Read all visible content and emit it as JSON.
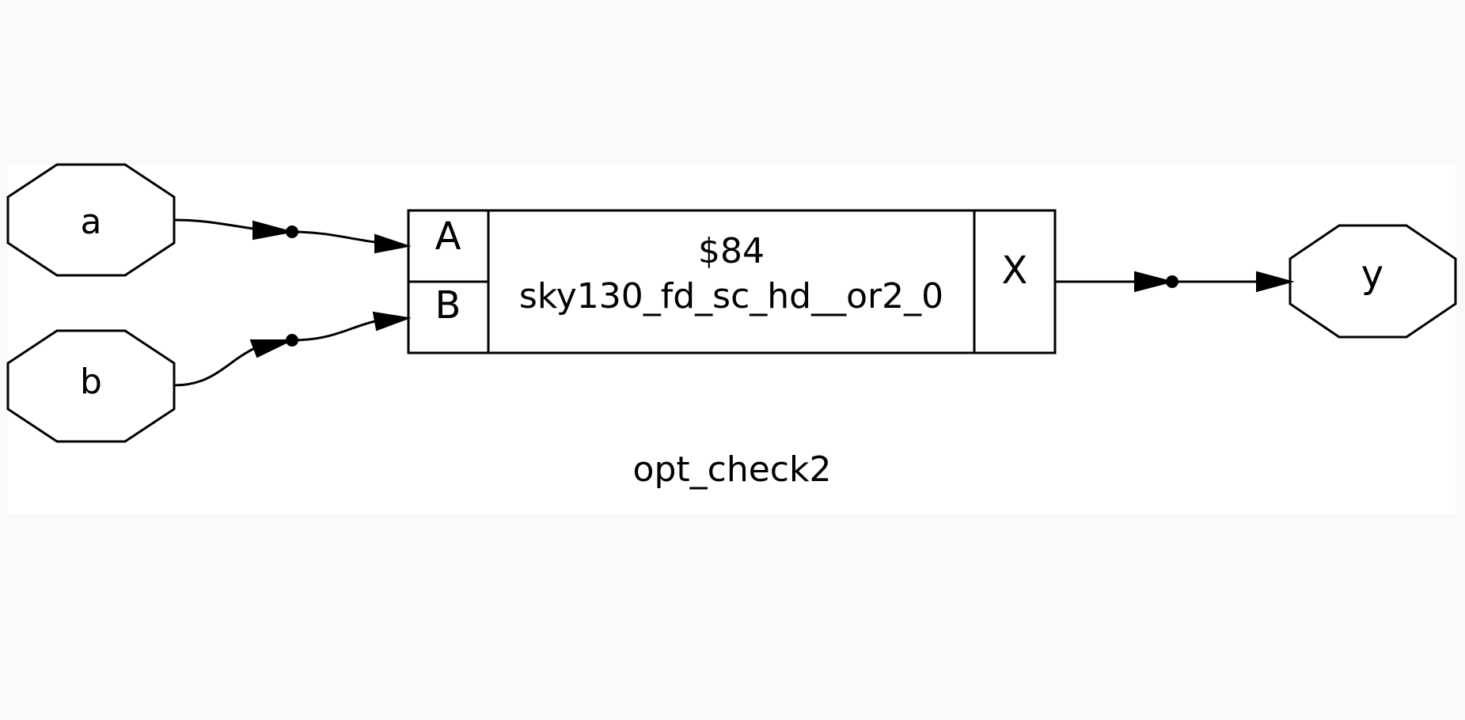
{
  "diagram": {
    "title": "opt_check2",
    "inputs": [
      {
        "name": "a"
      },
      {
        "name": "b"
      }
    ],
    "outputs": [
      {
        "name": "y"
      }
    ],
    "cell": {
      "id": "$84",
      "type": "sky130_fd_sc_hd__or2_0",
      "input_ports": [
        "A",
        "B"
      ],
      "output_ports": [
        "X"
      ]
    }
  },
  "colors": {
    "page_background": "#f9f9f9",
    "graph_background": "#ffffff",
    "stroke": "#000000"
  }
}
